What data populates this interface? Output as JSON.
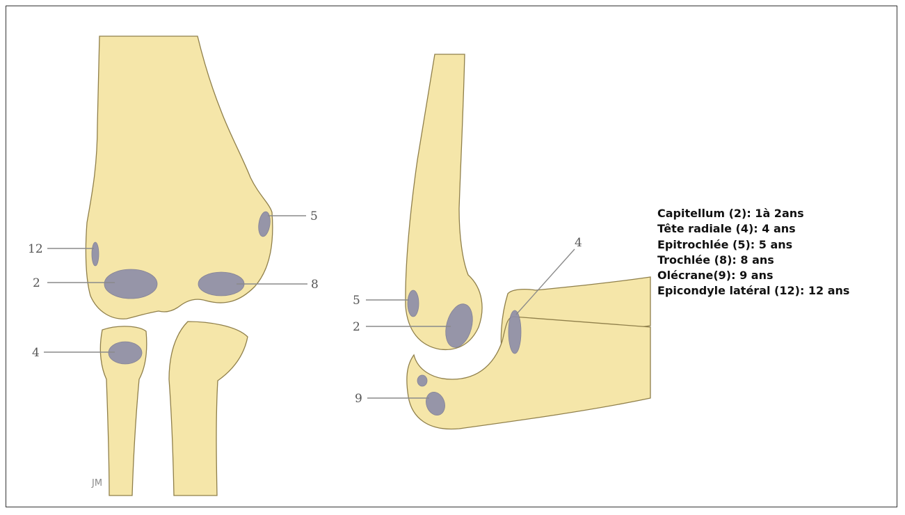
{
  "figure": {
    "signature": "JM",
    "frontal_view": {
      "labels": {
        "epicondyle_lateral": "12",
        "capitellum": "2",
        "radial_head": "4",
        "epitrochlea": "5",
        "trochlea": "8"
      }
    },
    "lateral_view": {
      "labels": {
        "epitrochlea": "5",
        "capitellum": "2",
        "olecranon": "9",
        "radial_head": "4"
      }
    },
    "colors": {
      "bone": "#f5e6a9",
      "ossification_center": "#8f8fa8"
    }
  },
  "legend": {
    "items": [
      "Capitellum (2): 1à 2ans",
      "Tête radiale (4): 4 ans",
      "Epitrochlée (5): 5 ans",
      "Trochlée (8): 8 ans",
      "Olécrane(9): 9 ans",
      "Epicondyle latéral (12): 12 ans"
    ]
  }
}
